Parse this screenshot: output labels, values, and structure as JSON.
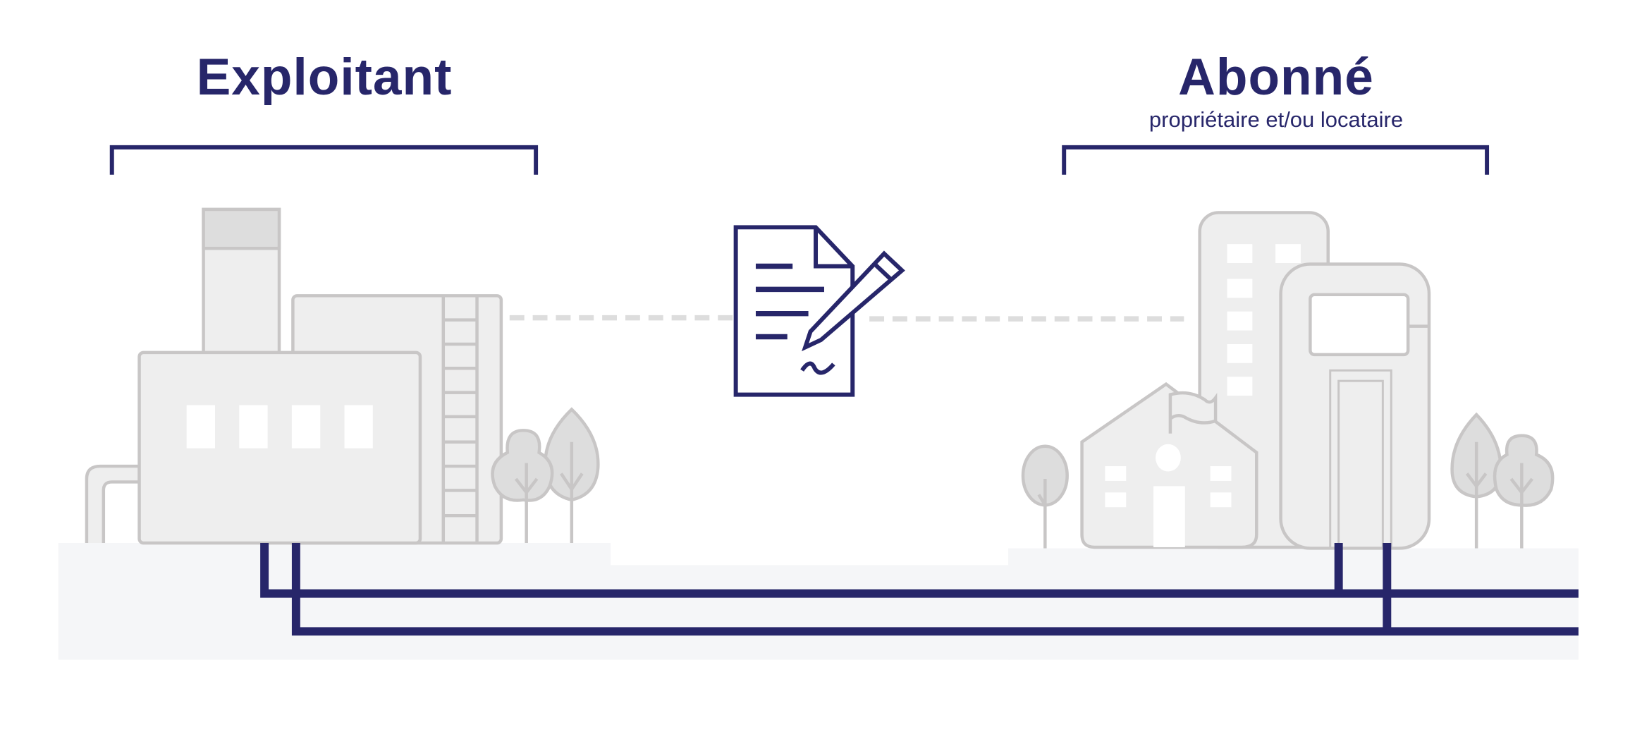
{
  "left": {
    "title": "Exploitant"
  },
  "right": {
    "title": "Abonné",
    "subtitle": "propriétaire et/ou locataire"
  },
  "colors": {
    "accent": "#27266a",
    "building_fill": "#eeeeee",
    "building_stroke": "#c8c6c6",
    "ground": "#f5f6f8",
    "dash": "#dddddd"
  },
  "icons": [
    "factory-icon",
    "contract-signature-icon",
    "residential-buildings-icon",
    "tree-icon"
  ]
}
